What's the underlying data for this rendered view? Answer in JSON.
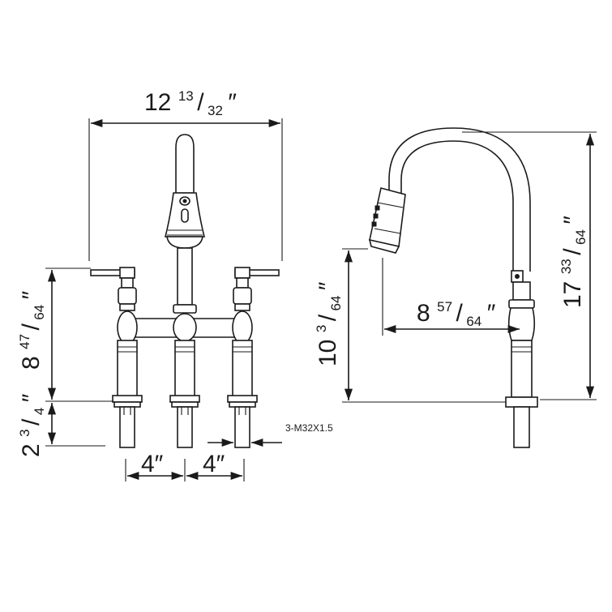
{
  "front_view": {
    "width": {
      "whole": "12",
      "num": "13",
      "den": "32",
      "unit": "″"
    },
    "handle_height": {
      "whole": "8",
      "num": "47",
      "den": "64",
      "unit": "″"
    },
    "shank_length": {
      "whole": "2",
      "num": "3",
      "den": "4",
      "unit": "″"
    },
    "spacing_left": "4″",
    "spacing_right": "4″",
    "thread_label": "3-M32X1.5"
  },
  "side_view": {
    "spout_height": {
      "whole": "10",
      "num": "3",
      "den": "64",
      "unit": "″"
    },
    "overall_height": {
      "whole": "17",
      "num": "33",
      "den": "64",
      "unit": "″"
    },
    "reach": {
      "whole": "8",
      "num": "57",
      "den": "64",
      "unit": "″"
    }
  }
}
